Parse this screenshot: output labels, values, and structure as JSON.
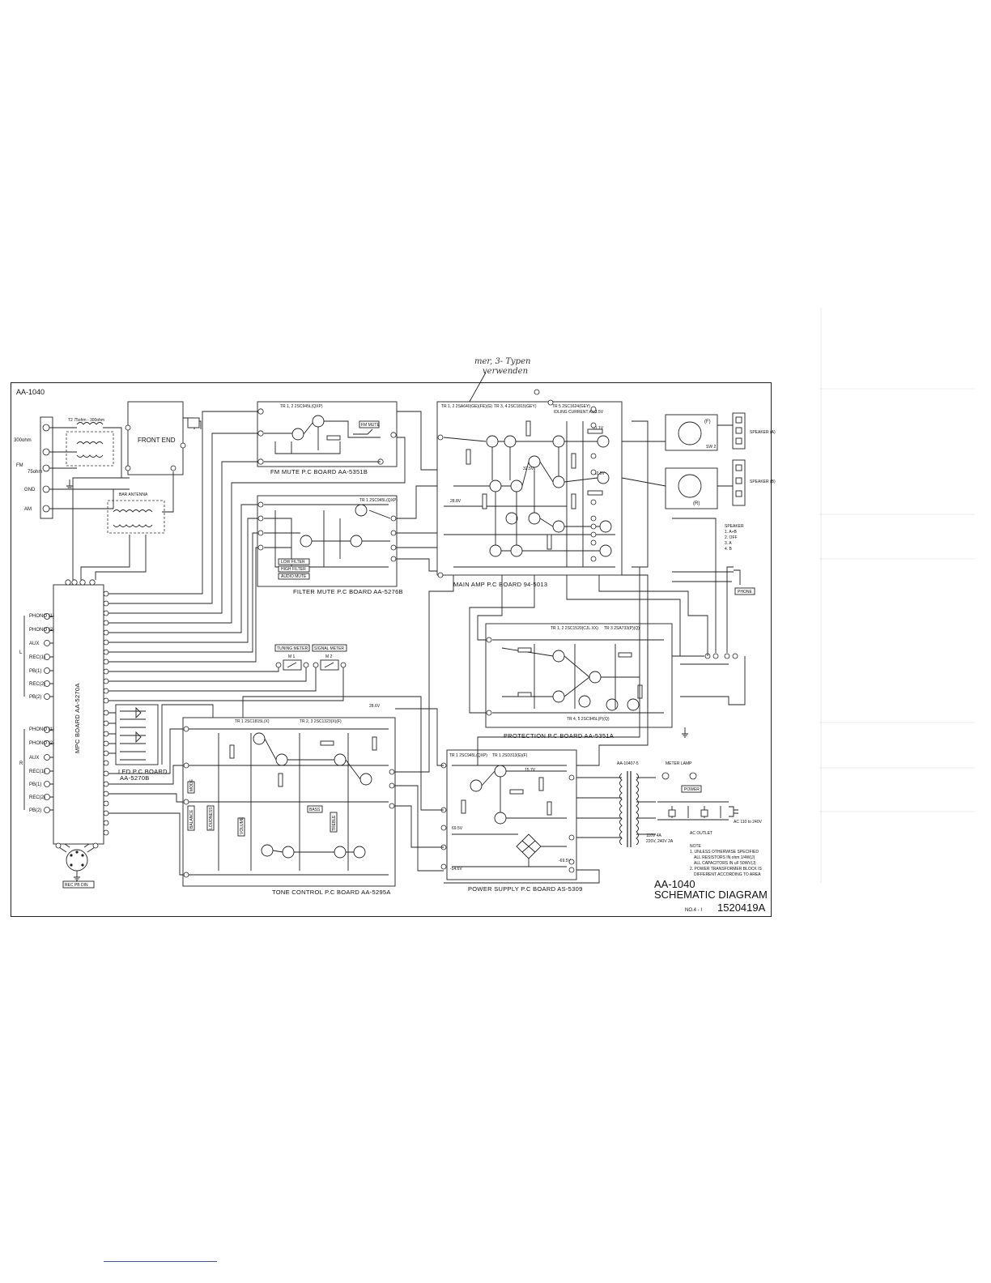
{
  "sheet_title": "AA-1040",
  "handwritten_note": [
    "mer, 3- Typen",
    "verwenden"
  ],
  "title_block": {
    "model": "AA-1040",
    "title": "SCHEMATIC DIAGRAM",
    "number_prefix": "NO.4 - I",
    "number": "1520419A"
  },
  "boards": {
    "fm_mute": "FM MUTE P.C BOARD AA-5351B",
    "filter_mute": "FILTER MUTE P.C BOARD AA-5276B",
    "main_amp": "MAIN AMP P.C BOARD 94-5013",
    "protection": "PROTECTION P.C BOARD AA-5351A",
    "tone_control": "TONE CONTROL P.C BOARD AA-5295A",
    "power_supply": "POWER SUPPLY P.C BOARD AS-5309",
    "led_line1": "LED P.C BOARD",
    "led_line2": "AA-5270B",
    "mpc": "MPC BOARD AA-5270A"
  },
  "antenna": {
    "ohm300": "300ohm",
    "ohm75": "75ohm",
    "fm": "FM",
    "gnd": "GND",
    "am": "AM",
    "front_end": "FRONT END",
    "bar_antenna": "BAR ANTENNA",
    "transformer": "T2 75ohm - 300ohm"
  },
  "inputs_left": [
    "PHONO (1)",
    "PHONO (2)",
    "AUX",
    "REC(1)",
    "PB(1)",
    "REC(2)",
    "PB(2)"
  ],
  "inputs_right": [
    "PHONO (1)",
    "PHONO (2)",
    "AUX",
    "REC(1)",
    "PB(1)",
    "REC(2)",
    "PB(2)"
  ],
  "channel_left": "L",
  "channel_right": "R",
  "din": "REC PB DIN",
  "filter_labels": [
    "LOW FILTER",
    "HIGH FILTER",
    "AUDIO MUTE"
  ],
  "fm_mute_label": "FM MUTE",
  "meters": {
    "tuning": "TUNING METER",
    "signal": "SIGNAL METER",
    "m1": "M 1",
    "m2": "M 2"
  },
  "tone_labels": [
    "MODE",
    "BALANCE",
    "LOUDNESS",
    "VOLUME",
    "BASS",
    "TREBLE"
  ],
  "speaker": {
    "a": "SPEAKER (A)",
    "b": "SPEAKER (B)",
    "f": "(F)",
    "r": "(R)",
    "switch": "SW 2",
    "legend_title": "SPEAKER",
    "legend": [
      "1. A+B",
      "2. OFF",
      "3. A",
      "4. B"
    ],
    "phone": "PHONE"
  },
  "power": {
    "meter_lamp": "METER LAMP",
    "power_sw": "POWER",
    "ac_in": "AC 110 to 240V",
    "ac_outlet": "AC OUTLET",
    "transformer": "AA-10407-5",
    "rating": [
      "110V   4A",
      "220V, 240V  2A"
    ]
  },
  "transistor_headers": {
    "fm_mute": "TR 1, 2  2SC945L(QXP)",
    "filter": "TR 1  2SC945L(QXP)",
    "main_12": "TR 1, 2  2SA640(GE)(FE)(G)",
    "main_34": "TR 3, 4  2SC1815(GEY)",
    "main_5": "TR 5  2SC1624(GEY)",
    "main_bias": "IDLING CURRENT ADJ",
    "protection_12": "TR 1, 2  2SC1520(CJL.XX)",
    "protection_3": "TR 3  2SA733(P)(Q)",
    "protection_45": "TR 4, 5  2SC945L(P)(Q)",
    "tone_1": "TR 1  2SC1815L(X)",
    "tone_23": "TR 2, 3  2SC1323(X)(F)",
    "ps_1": "TR 1  2SC945L(QXP)",
    "ps_2": "TR 1  2SD313(E)(F)"
  },
  "notes": {
    "title": "NOTE",
    "lines": [
      "1. UNLESS OTHERWISE SPECIFIED",
      "ALL RESISTORS IN ohm 1/4W(J)",
      "ALL CAPACITORS IN uF 50WV(J)",
      "2. POWER TRANSFORMER BLOCK IS",
      "DIFFERENT ACCORDING TO AREA"
    ]
  },
  "voltages": [
    "62.5V",
    "61.1V",
    "-62.5V",
    "28.8V",
    "15.7V",
    "-54.6V",
    "32.5V",
    "0V",
    "69.5V",
    "-69.5V",
    "28.6V"
  ]
}
